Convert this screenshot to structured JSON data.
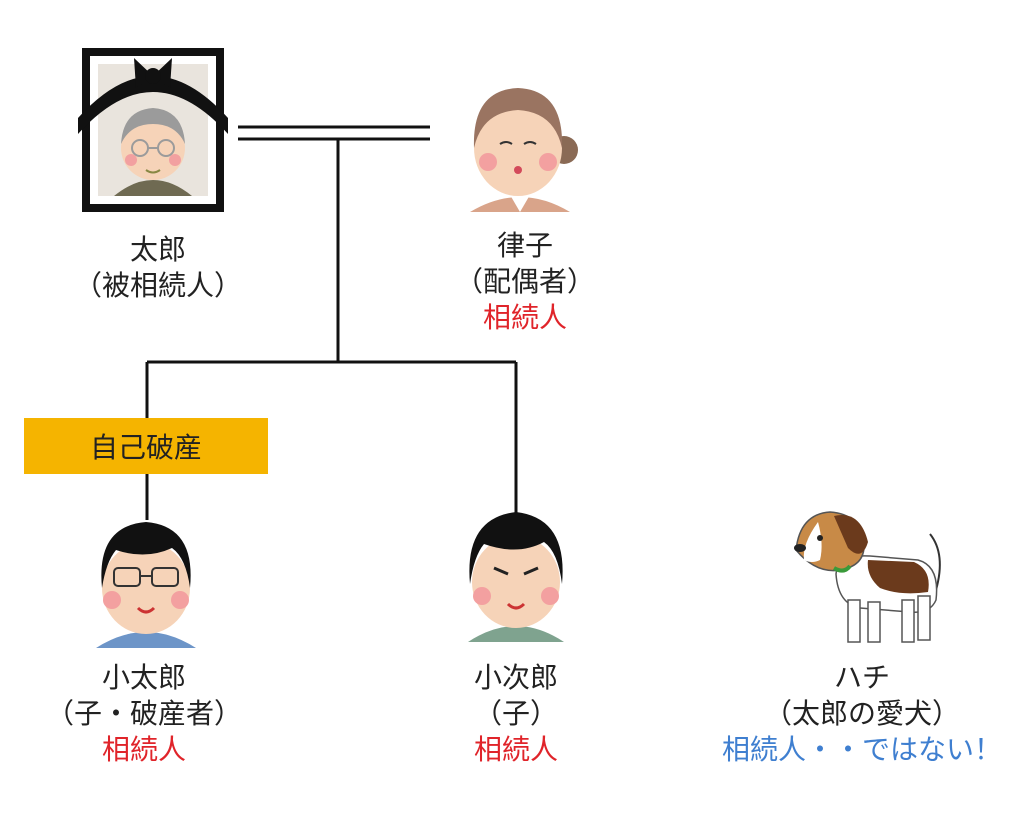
{
  "people": {
    "taro": {
      "name": "太郎",
      "role": "（被相続人）"
    },
    "ritsuko": {
      "name": "律子",
      "role": "（配偶者）",
      "status": "相続人"
    },
    "kotaro": {
      "name": "小太郎",
      "role": "（子・破産者）",
      "status": "相続人"
    },
    "kojiro": {
      "name": "小次郎",
      "role": "（子）",
      "status": "相続人"
    },
    "hachi": {
      "name": "ハチ",
      "role": "（太郎の愛犬）",
      "status": "相続人・・ではない！"
    }
  },
  "banner": {
    "text": "自己破産"
  },
  "colors": {
    "heir": "#e0242a",
    "not_heir": "#3f7fd0",
    "banner": "#f5b400"
  },
  "icons": [
    "memorial-portrait-icon",
    "elderly-woman-icon",
    "man-with-glasses-icon",
    "young-man-icon",
    "beagle-dog-icon"
  ]
}
